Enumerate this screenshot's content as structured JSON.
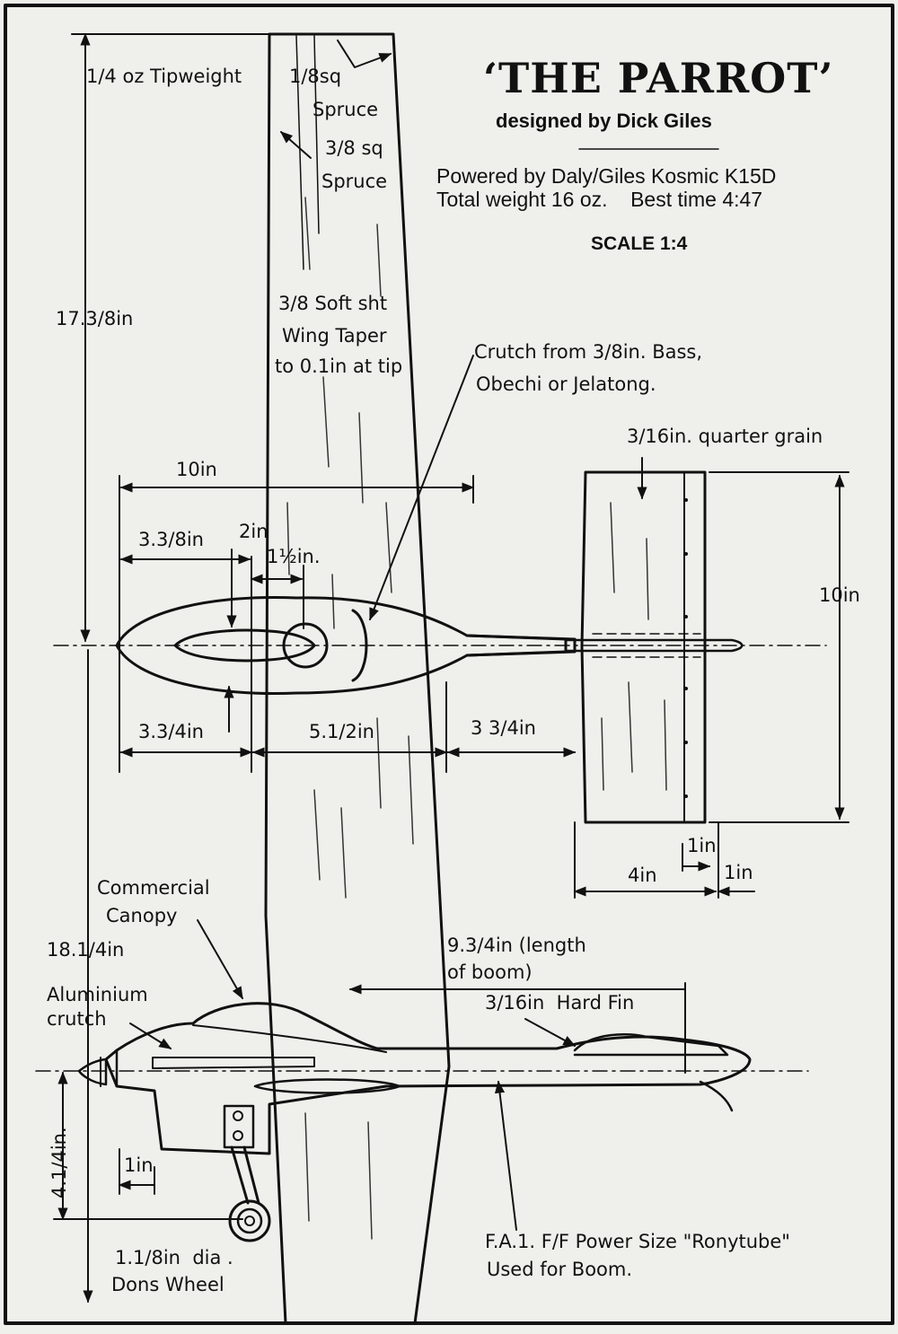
{
  "header": {
    "title": "‘THE PARROT’",
    "designer": "designed by Dick Giles",
    "spec_line1": "Powered by Daly/Giles Kosmic K15D",
    "spec_line2": "Total weight 16 oz.    Best time 4:47",
    "scale": "SCALE 1:4"
  },
  "wing_notes": {
    "tipweight": "1/4 oz Tipweight",
    "spar_top_1": "1/8sq",
    "spar_top_2": "Spruce",
    "spar_main_1": "3/8 sq",
    "spar_main_2": "Spruce",
    "sheet_1": "3/8 Soft sht",
    "sheet_2": "Wing Taper",
    "sheet_3": "to 0.1in at tip",
    "crutch_1": "Crutch from 3/8in. Bass,",
    "crutch_2": "Obechi or Jelatong."
  },
  "dimensions": {
    "span_half": "17.3/8in",
    "nose_to_te": "10in",
    "nose_to_le": "3.3/8in",
    "le_offset": "2in",
    "spinner": "1½in.",
    "nose_seg": "3.3/4in",
    "chord_seg": "5.1/2in",
    "tail_gap": "3 3/4in",
    "stab_grain": "3/16in. quarter grain",
    "stab_span": "10in",
    "stab_chord": "4in",
    "elev_1": "1in",
    "elev_2": "1in",
    "other_half": "18.1/4in",
    "boom_len_1": "9.3/4in (length",
    "boom_len_2": "of boom)",
    "fin": "3/16in  Hard Fin",
    "gear_height": "4.1/4in.",
    "gear_offset": "1in"
  },
  "side_notes": {
    "canopy_1": "Commercial",
    "canopy_2": "Canopy",
    "crutch_1": "Aluminium",
    "crutch_2": "crutch",
    "wheel_1": "1.1/8in  dia .",
    "wheel_2": "Dons Wheel",
    "boom_1": "F.A.1. F/F Power Size \"Ronytube\"",
    "boom_2": "Used for Boom."
  }
}
